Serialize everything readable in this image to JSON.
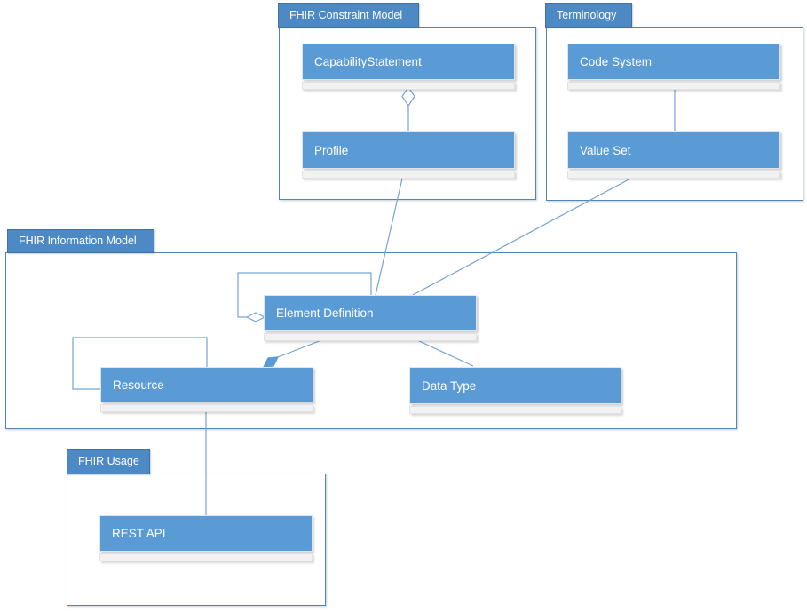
{
  "packages": {
    "constraint_model": {
      "label": "FHIR Constraint Model"
    },
    "terminology": {
      "label": "Terminology"
    },
    "information_model": {
      "label": "FHIR Information Model"
    },
    "usage": {
      "label": "FHIR Usage"
    }
  },
  "nodes": {
    "capability_statement": {
      "label": "CapabilityStatement"
    },
    "profile": {
      "label": "Profile"
    },
    "code_system": {
      "label": "Code System"
    },
    "value_set": {
      "label": "Value Set"
    },
    "element_definition": {
      "label": "Element Definition"
    },
    "resource": {
      "label": "Resource"
    },
    "data_type": {
      "label": "Data Type"
    },
    "rest_api": {
      "label": "REST API"
    }
  },
  "relations": [
    {
      "from": "CapabilityStatement",
      "to": "Profile",
      "type": "aggregation (open diamond at CapabilityStatement)"
    },
    {
      "from": "Code System",
      "to": "Value Set",
      "type": "association"
    },
    {
      "from": "Profile",
      "to": "Element Definition",
      "type": "association"
    },
    {
      "from": "Value Set",
      "to": "Element Definition",
      "type": "association"
    },
    {
      "from": "Element Definition",
      "to": "Element Definition",
      "type": "self aggregation (open diamond)"
    },
    {
      "from": "Element Definition",
      "to": "Resource",
      "type": "composition (filled diamond at Resource)"
    },
    {
      "from": "Element Definition",
      "to": "Data Type",
      "type": "association"
    },
    {
      "from": "Resource",
      "to": "Resource",
      "type": "self association"
    },
    {
      "from": "Resource",
      "to": "REST API",
      "type": "association"
    }
  ],
  "colors": {
    "node_fill": "#5b9bd5",
    "tab_fill": "#4d8ac5",
    "package_border": "#5585b5",
    "connector": "#74a3d6",
    "strip_fill": "#f2f2f2",
    "text": "#ffffff"
  }
}
